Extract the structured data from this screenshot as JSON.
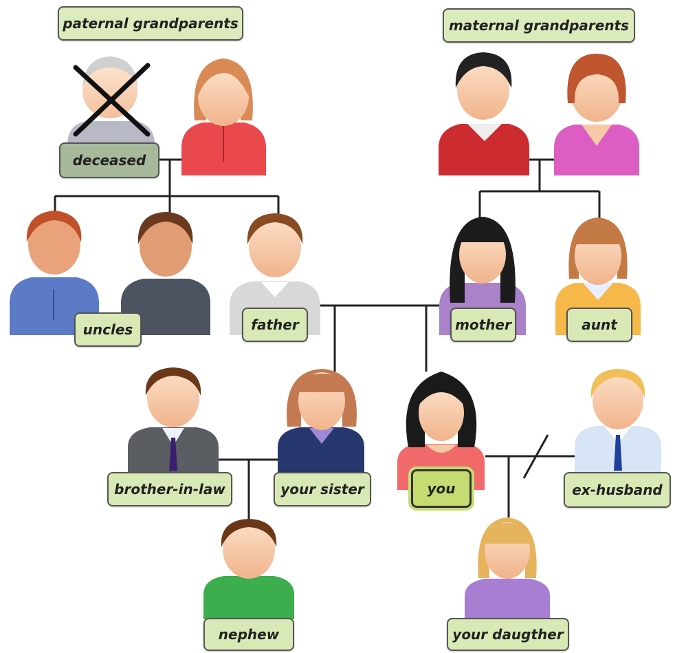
{
  "headers": {
    "paternal": "paternal grandparents",
    "maternal": "maternal grandparents"
  },
  "labels": {
    "deceased": "deceased",
    "uncles": "uncles",
    "father": "father",
    "mother": "mother",
    "aunt": "aunt",
    "brother_in_law": "brother-in-law",
    "your_sister": "your sister",
    "you": "you",
    "ex_husband": "ex-husband",
    "nephew": "nephew",
    "your_daughter": "your daugther"
  },
  "colors": {
    "label_bg": "#d9e9b6",
    "deceased_bg": "#a7b99a",
    "you_bg": "#c5dc72",
    "line": "#222222",
    "skin": "#f7c9a6"
  }
}
